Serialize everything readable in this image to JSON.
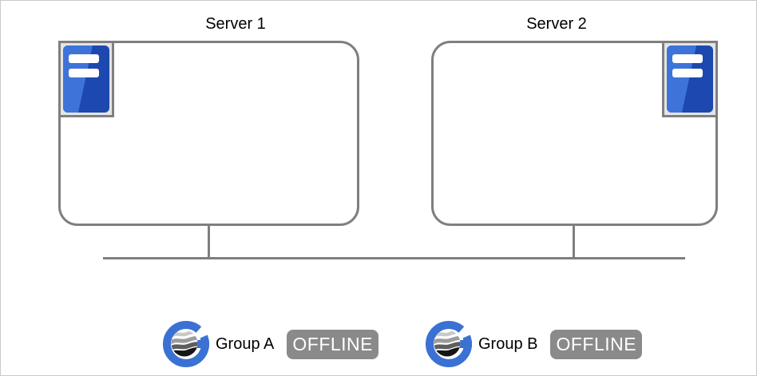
{
  "servers": [
    {
      "label": "Server 1",
      "icon": "server-icon"
    },
    {
      "label": "Server 2",
      "icon": "server-icon"
    }
  ],
  "groups": [
    {
      "label": "Group A",
      "status": "OFFLINE",
      "icon": "group-globe-g-icon"
    },
    {
      "label": "Group B",
      "status": "OFFLINE",
      "icon": "group-globe-g-icon"
    }
  ],
  "colors": {
    "server_icon_blue_dark": "#1c48af",
    "server_icon_blue_light": "#3e73d9",
    "group_icon_blue": "#3b71d3",
    "diagram_line_gray": "#7f7f7f",
    "icon_box_background": "#e5e5e5",
    "status_badge_background": "#8a8a8a",
    "status_badge_text": "#ffffff",
    "page_border": "#c9c9c9"
  }
}
